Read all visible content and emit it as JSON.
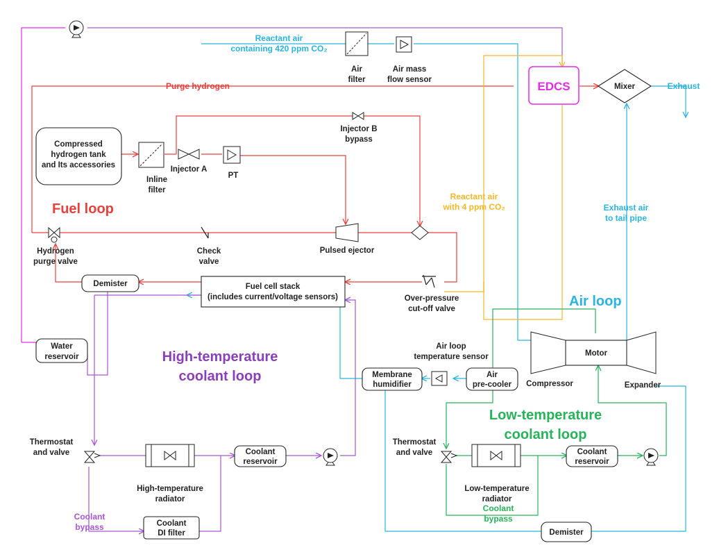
{
  "colors": {
    "fuel": "#e8403a",
    "air": "#2ab3de",
    "high_temp": "#a855d4",
    "low_temp": "#28b25a",
    "reactant_clean": "#f5b828",
    "edcs": "#e62ae6"
  },
  "loops": {
    "fuel": "Fuel loop",
    "air": "Air loop",
    "high_temp": [
      "High-temperature",
      "coolant loop"
    ],
    "low_temp": [
      "Low-temperature",
      "coolant loop"
    ]
  },
  "flows": {
    "reactant_air_in": [
      "Reactant air",
      "containing 420 ppm CO₂"
    ],
    "purge_hydrogen": "Purge hydrogen",
    "exhaust": "Exhaust",
    "reactant_air_clean": [
      "Reactant air",
      "with 4 ppm CO₂"
    ],
    "exhaust_air": [
      "Exhaust air",
      "to tail pipe"
    ],
    "coolant_bypass_ht": [
      "Coolant",
      "bypass"
    ],
    "coolant_bypass_lt": [
      "Coolant",
      "bypass"
    ]
  },
  "components": {
    "h2_tank": [
      "Compressed",
      "hydrogen tank",
      "and Its accessories"
    ],
    "inline_filter": [
      "Inline",
      "filter"
    ],
    "injector_a": "Injector A",
    "pt": "PT",
    "injector_b": [
      "Injector B",
      "bypass"
    ],
    "air_filter": [
      "Air",
      "filter"
    ],
    "air_mass_flow": [
      "Air mass",
      "flow sensor"
    ],
    "edcs": "EDCS",
    "mixer": "Mixer",
    "purge_valve": [
      "Hydrogen",
      "purge valve"
    ],
    "check_valve": [
      "Check",
      "valve"
    ],
    "pulsed_ejector": "Pulsed ejector",
    "demister_top": "Demister",
    "fc_stack": [
      "Fuel cell stack",
      "(includes current/voltage sensors)"
    ],
    "over_pressure": [
      "Over-pressure",
      "cut-off valve"
    ],
    "water_reservoir": [
      "Water",
      "reservoir"
    ],
    "membrane_humidifier": [
      "Membrane",
      "humidifier"
    ],
    "air_loop_temp_sensor": [
      "Air loop",
      "temperature sensor"
    ],
    "air_precooler": [
      "Air",
      "pre-cooler"
    ],
    "compressor": "Compressor",
    "motor": "Motor",
    "expander": "Expander",
    "thermostat_ht": [
      "Thermostat",
      "and valve"
    ],
    "ht_radiator": [
      "High-temperature",
      "radiator"
    ],
    "coolant_reservoir_ht": [
      "Coolant",
      "reservoir"
    ],
    "coolant_di_filter": [
      "Coolant",
      "DI filter"
    ],
    "thermostat_lt": [
      "Thermostat",
      "and valve"
    ],
    "lt_radiator": [
      "Low-temperature",
      "radiator"
    ],
    "coolant_reservoir_lt": [
      "Coolant",
      "reservoir"
    ],
    "demister_bottom": "Demister"
  }
}
